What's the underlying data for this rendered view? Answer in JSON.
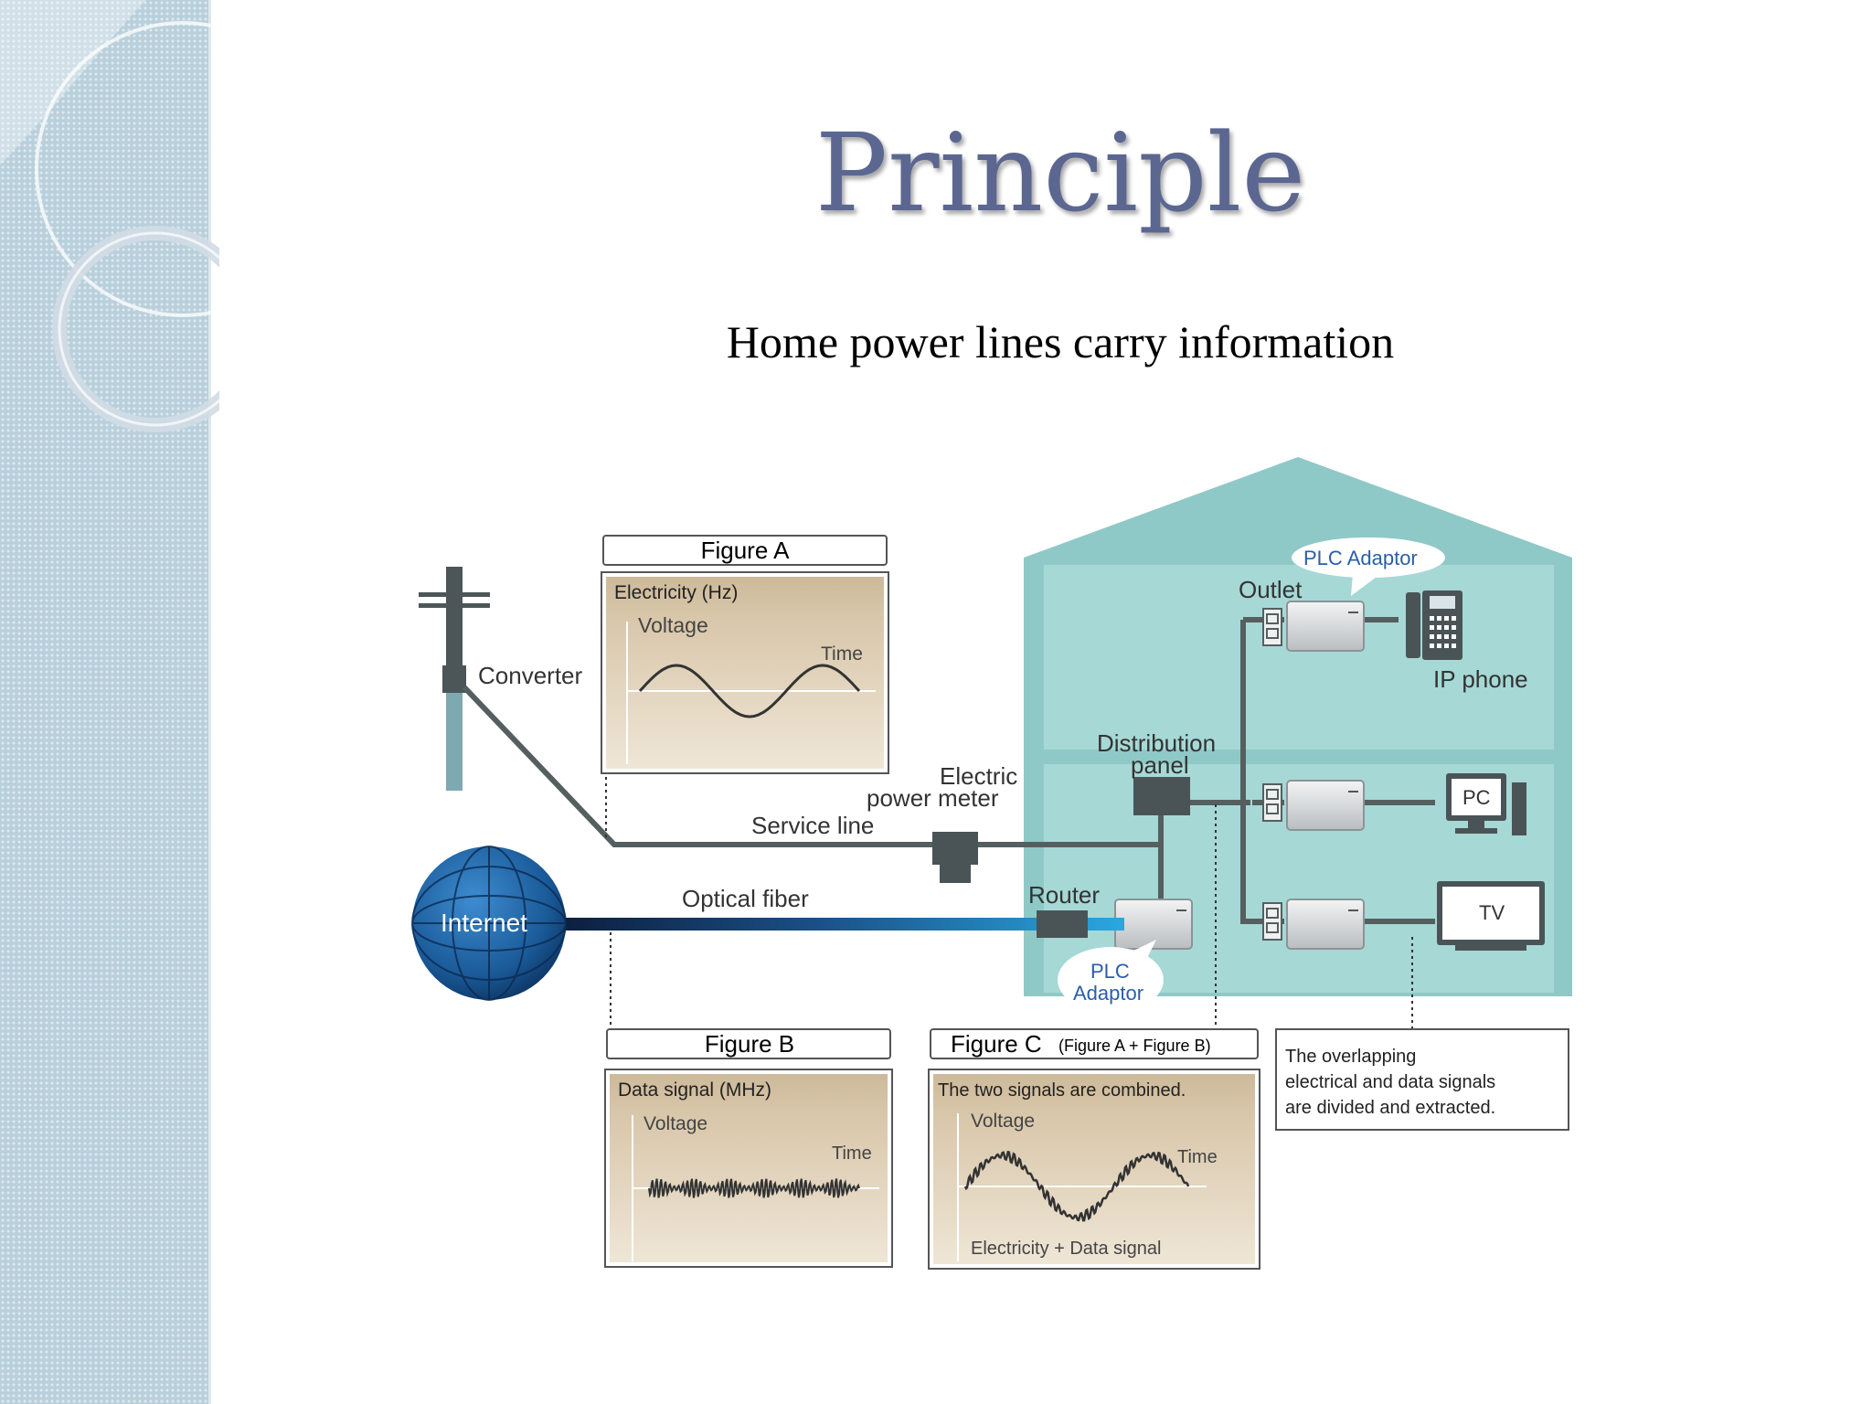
{
  "slide": {
    "title": "Principle",
    "subtitle": "Home power lines carry information"
  },
  "diagram": {
    "figure_a": {
      "header": "Figure A",
      "caption": "Electricity (Hz)",
      "y_label": "Voltage",
      "x_label": "Time"
    },
    "figure_b": {
      "header": "Figure B",
      "caption": "Data signal (MHz)",
      "y_label": "Voltage",
      "x_label": "Time"
    },
    "figure_c": {
      "header": "Figure C",
      "header_note": "(Figure A + Figure B)",
      "caption": "The two signals are combined.",
      "y_label": "Voltage",
      "x_label": "Time",
      "footer": "Electricity + Data signal"
    },
    "labels": {
      "converter": "Converter",
      "electric_power_meter_1": "Electric",
      "electric_power_meter_2": "power meter",
      "service_line": "Service line",
      "internet": "Internet",
      "optical_fiber": "Optical fiber",
      "router": "Router",
      "plc_adaptor_top": "PLC Adaptor",
      "plc_adaptor_bottom_1": "PLC",
      "plc_adaptor_bottom_2": "Adaptor",
      "outlet": "Outlet",
      "distribution_panel_1": "Distribution",
      "distribution_panel_2": "panel",
      "ip_phone": "IP phone",
      "pc": "PC",
      "tv": "TV"
    },
    "note": {
      "line1": "The overlapping",
      "line2": "electrical and data signals",
      "line3": "are divided and extracted."
    },
    "colors": {
      "house_roof": "#8fc9c7",
      "house_wall": "#a6d8d6",
      "figure_panel": "#dccbb0",
      "line_dark": "#555f5f",
      "fiber_light": "#2aa7e0",
      "fiber_dark": "#0c1e3c",
      "globe": "#1d5f9c",
      "adaptor_label": "#2a5fa8"
    },
    "icons": [
      "utility-pole-icon",
      "globe-icon",
      "ip-phone-icon",
      "pc-icon",
      "tv-icon",
      "outlet-icon",
      "plc-adaptor-icon",
      "router-icon",
      "power-meter-icon"
    ]
  }
}
